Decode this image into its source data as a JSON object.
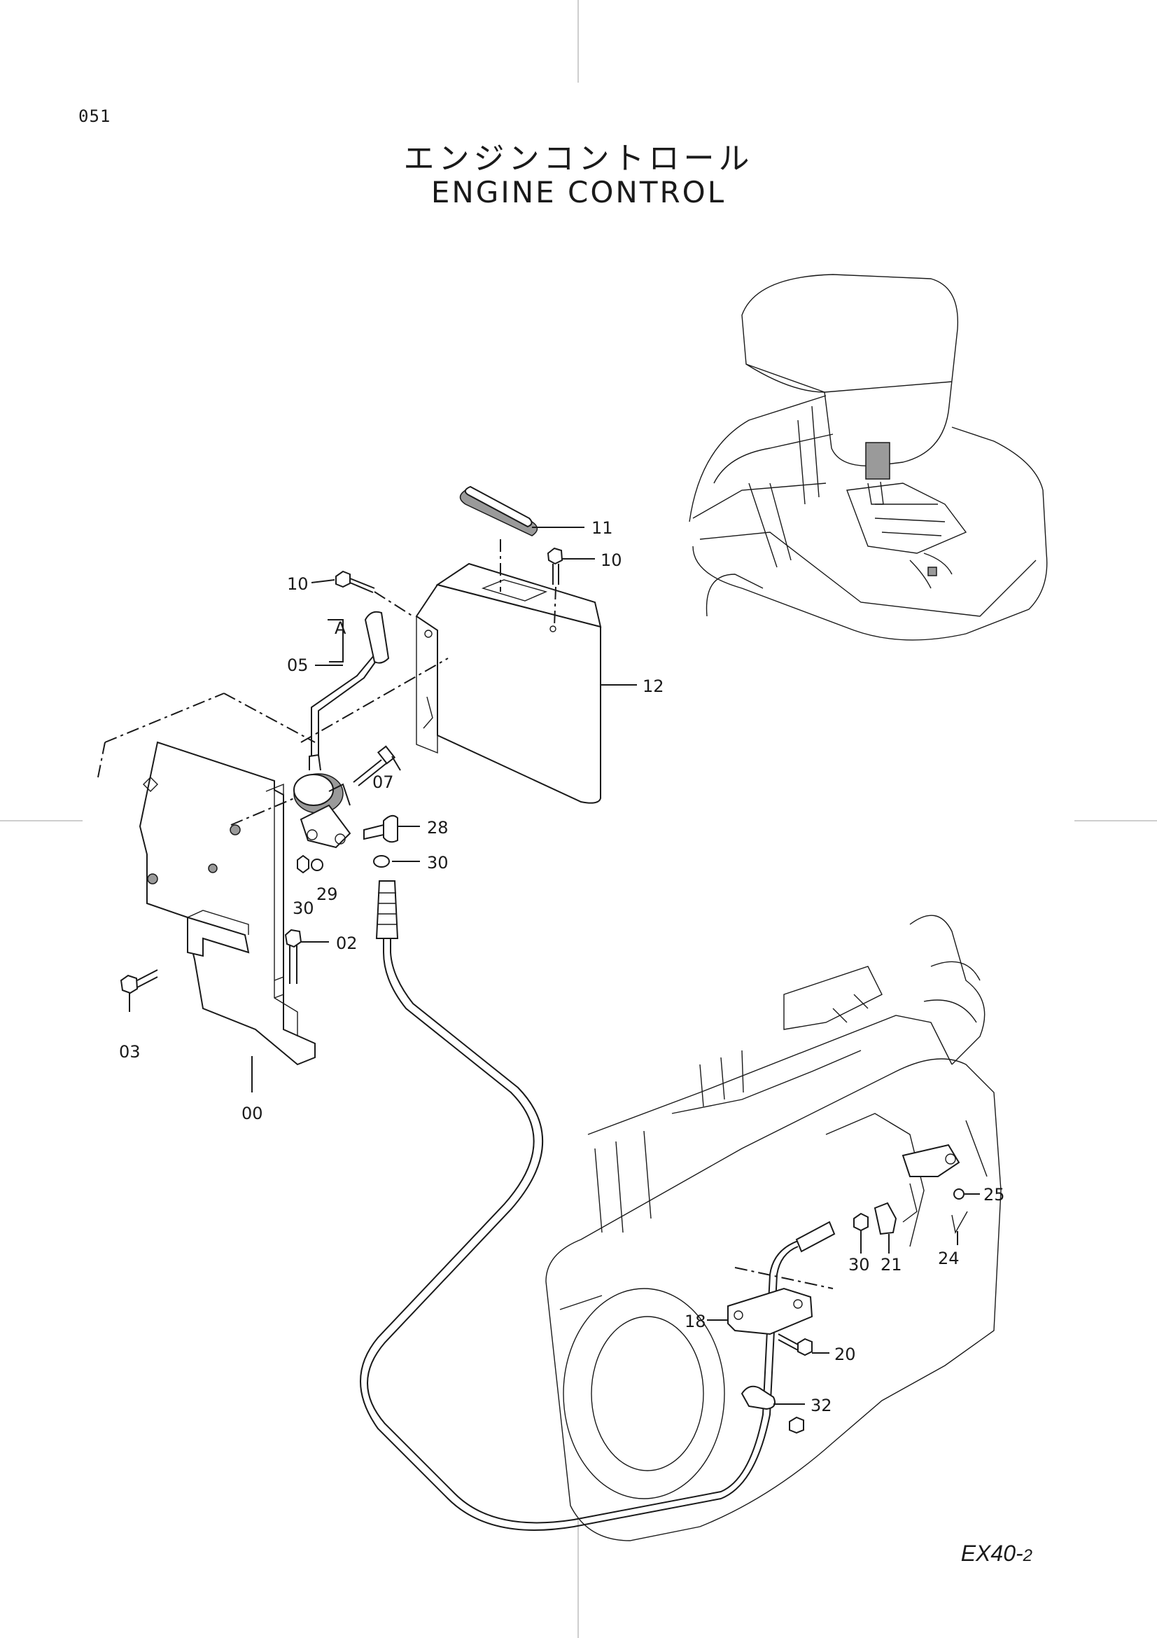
{
  "page_number": "051",
  "title_jp": "エンジンコントロール",
  "title_en": "ENGINE  CONTROL",
  "model": {
    "main": "EX40-",
    "sub": "2"
  },
  "callouts": {
    "c00": "00",
    "c02": "02",
    "c03": "03",
    "c05": "05",
    "c07": "07",
    "c10a": "10",
    "c10b": "10",
    "c11": "11",
    "c12": "12",
    "c18": "18",
    "c20": "20",
    "c21": "21",
    "c24": "24",
    "c25": "25",
    "c28": "28",
    "c29": "29",
    "c30a": "30",
    "c30b": "30",
    "c30c": "30",
    "c32": "32",
    "detail_a": "A"
  }
}
